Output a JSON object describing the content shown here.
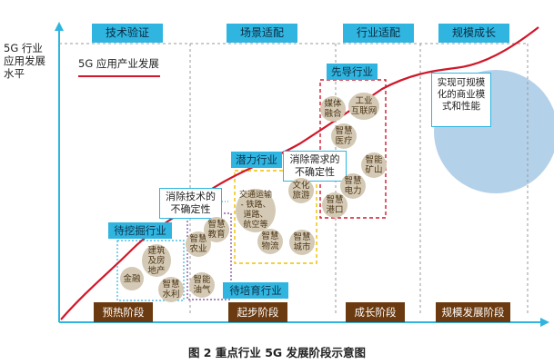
{
  "y_axis_label": "5G 行业\n应用发展\n水平",
  "legend": {
    "label": "5G 应用产业发展",
    "line_color": "#d0182a"
  },
  "stages_top": [
    "技术验证",
    "场景适配",
    "行业适配",
    "规模成长"
  ],
  "stages_bottom": [
    "预热阶段",
    "起步阶段",
    "成长阶段",
    "规模发展阶段"
  ],
  "tags": {
    "pending_mining": "待挖掘行业",
    "pending_cultivation": "待培育行业",
    "potential": "潜力行业",
    "pioneer": "先导行业"
  },
  "notes": {
    "eliminate_tech": "消除技术的\n不确定性",
    "eliminate_demand": "消除需求的\n不确定性",
    "commercial": "实现可规模\n化的商业模\n式和性能"
  },
  "bubbles": {
    "finance": "金融",
    "construction": "建筑\n及房\n地产",
    "water": "智慧\n水利",
    "agriculture": "智慧\n农业",
    "education": "智慧\n教育",
    "oilgas": "智能\n油气",
    "transport": "交通运输\n- 铁路、\n道路、\n航空等",
    "culture": "文化\n旅游",
    "logistics": "智慧\n物流",
    "city": "智慧\n城市",
    "media": "媒体\n融合",
    "internet": "工业\n互联网",
    "medical": "智慧\n医疗",
    "mining": "智能\n矿山",
    "power": "智慧\n电力",
    "port": "智慧\n港口"
  },
  "caption": "图 2  重点行业 5G 发展阶段示意图",
  "colors": {
    "curve": "#d0182a",
    "stage_top": "#2fb5e0",
    "stage_bottom": "#6b3a10",
    "bubble": "#d4c9b4",
    "scale_circle": "#a7c9e6"
  }
}
